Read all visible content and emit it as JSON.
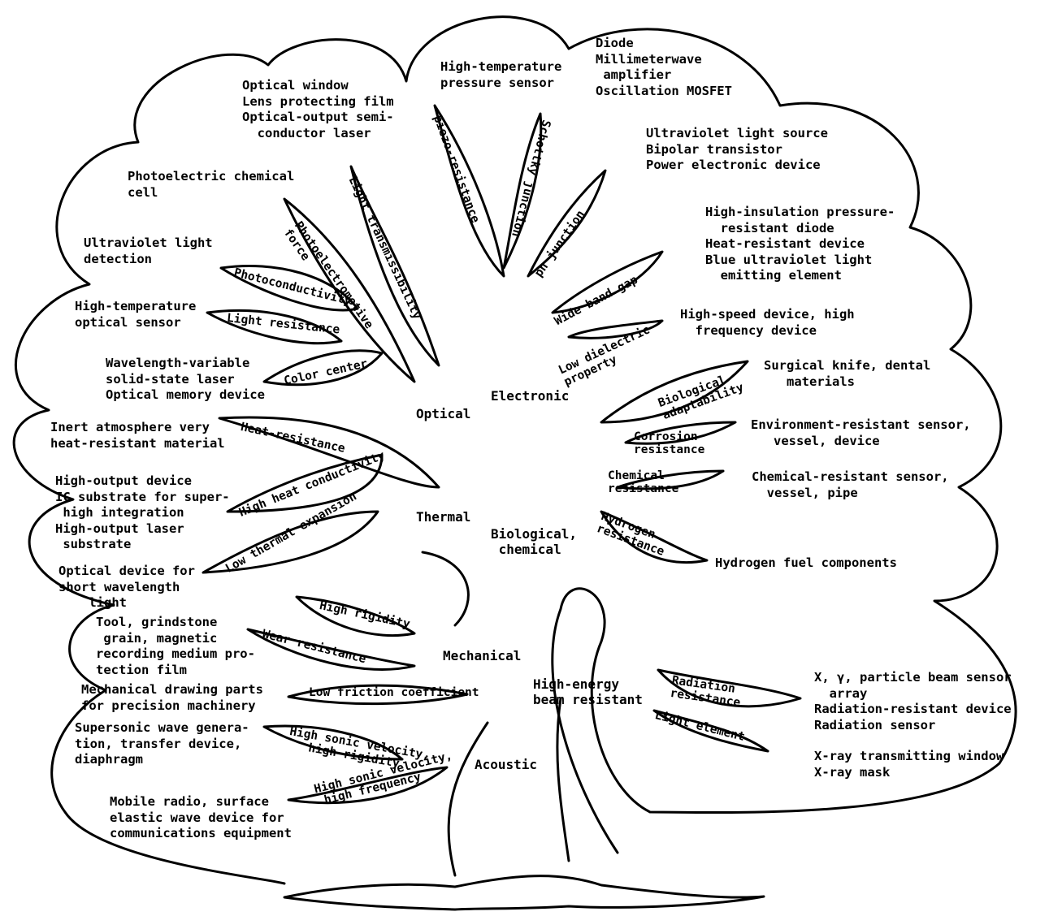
{
  "categories": {
    "optical": "Optical",
    "electronic": "Electronic",
    "thermal": "Thermal",
    "biological": "Biological,\n chemical",
    "mechanical": "Mechanical",
    "high_energy": "High-energy\nbeam resistant",
    "acoustic": "Acoustic"
  },
  "properties": {
    "piezoresistance": "piezo-resistance",
    "schottky": "Schottky junction",
    "pn_junction": "pn junction",
    "wide_band_gap": "Wide band gap",
    "low_dielectric": "Low dielectric\nproperty",
    "light_transmissibility": "Light transmissibility",
    "photoelectromotive": "Photoelectromotive\nforce",
    "photoconductivity": "Photoconductivity",
    "light_resistance": "Light resistance",
    "color_center": "Color center",
    "heat_resistance": "Heat-resistance",
    "high_heat_conductivity": "High heat conductivity",
    "low_thermal_expansion": "Low thermal expansion",
    "biological_adaptability": "Biological\nadaptability",
    "corrosion_resistance": "Corrosion\nresistance",
    "chemical_resistance": "Chemical\nresistance",
    "hydrogen_resistance": "Hydrogen\nresistance",
    "high_rigidity": "High rigidity",
    "wear_resistance": "Wear resistance",
    "low_friction": "Low friction coefficient",
    "high_sonic_rigidity": "High sonic velocity,\n   high rigidity",
    "high_sonic_frequency": "High sonic velocity,\n high frequency",
    "radiation_resistance": "Radiation\nresistance",
    "light_element": "Light element"
  },
  "applications": {
    "high_temp_pressure_sensor": "High-temperature\npressure sensor",
    "diode_group": "Diode\nMillimeterwave\n amplifier\nOscillation MOSFET",
    "optical_window": "Optical window\nLens protecting film\nOptical-output semi-\n  conductor laser",
    "uv_light_source": "Ultraviolet light source\nBipolar transistor\nPower electronic device",
    "photoelectric_cell": "Photoelectric chemical\ncell",
    "high_insulation": "High-insulation pressure-\n  resistant diode\nHeat-resistant device\nBlue ultraviolet light\n  emitting element",
    "uv_detection": "Ultraviolet light\ndetection",
    "high_speed_device": "High-speed device, high\n  frequency device",
    "high_temp_optical_sensor": "High-temperature\noptical sensor",
    "wavelength_laser": "Wavelength-variable\nsolid-state laser\nOptical memory device",
    "surgical_knife": "Surgical knife, dental\n   materials",
    "inert_atmosphere": "Inert atmosphere very\nheat-resistant material",
    "environment_sensor": "Environment-resistant sensor,\n   vessel, device",
    "high_output_device": "High-output device\nIC substrate for super-\n high integration\nHigh-output laser\n substrate",
    "chemical_sensor": "Chemical-resistant sensor,\n  vessel, pipe",
    "hydrogen_fuel": "Hydrogen fuel components",
    "optical_short_wave": "Optical device for\nshort wavelength\n    light",
    "tool_grindstone": "Tool, grindstone\n grain, magnetic\nrecording medium pro-\ntection film",
    "mechanical_drawing": "Mechanical drawing parts\nfor precision machinery",
    "xray_sensor": "X, γ, particle beam sensor\n  array\nRadiation-resistant device\nRadiation sensor",
    "supersonic": "Supersonic wave genera-\ntion, transfer device,\ndiaphragm",
    "xray_window": "X-ray transmitting window\nX-ray mask",
    "mobile_radio": "Mobile radio, surface\nelastic wave device for\ncommunications equipment"
  }
}
